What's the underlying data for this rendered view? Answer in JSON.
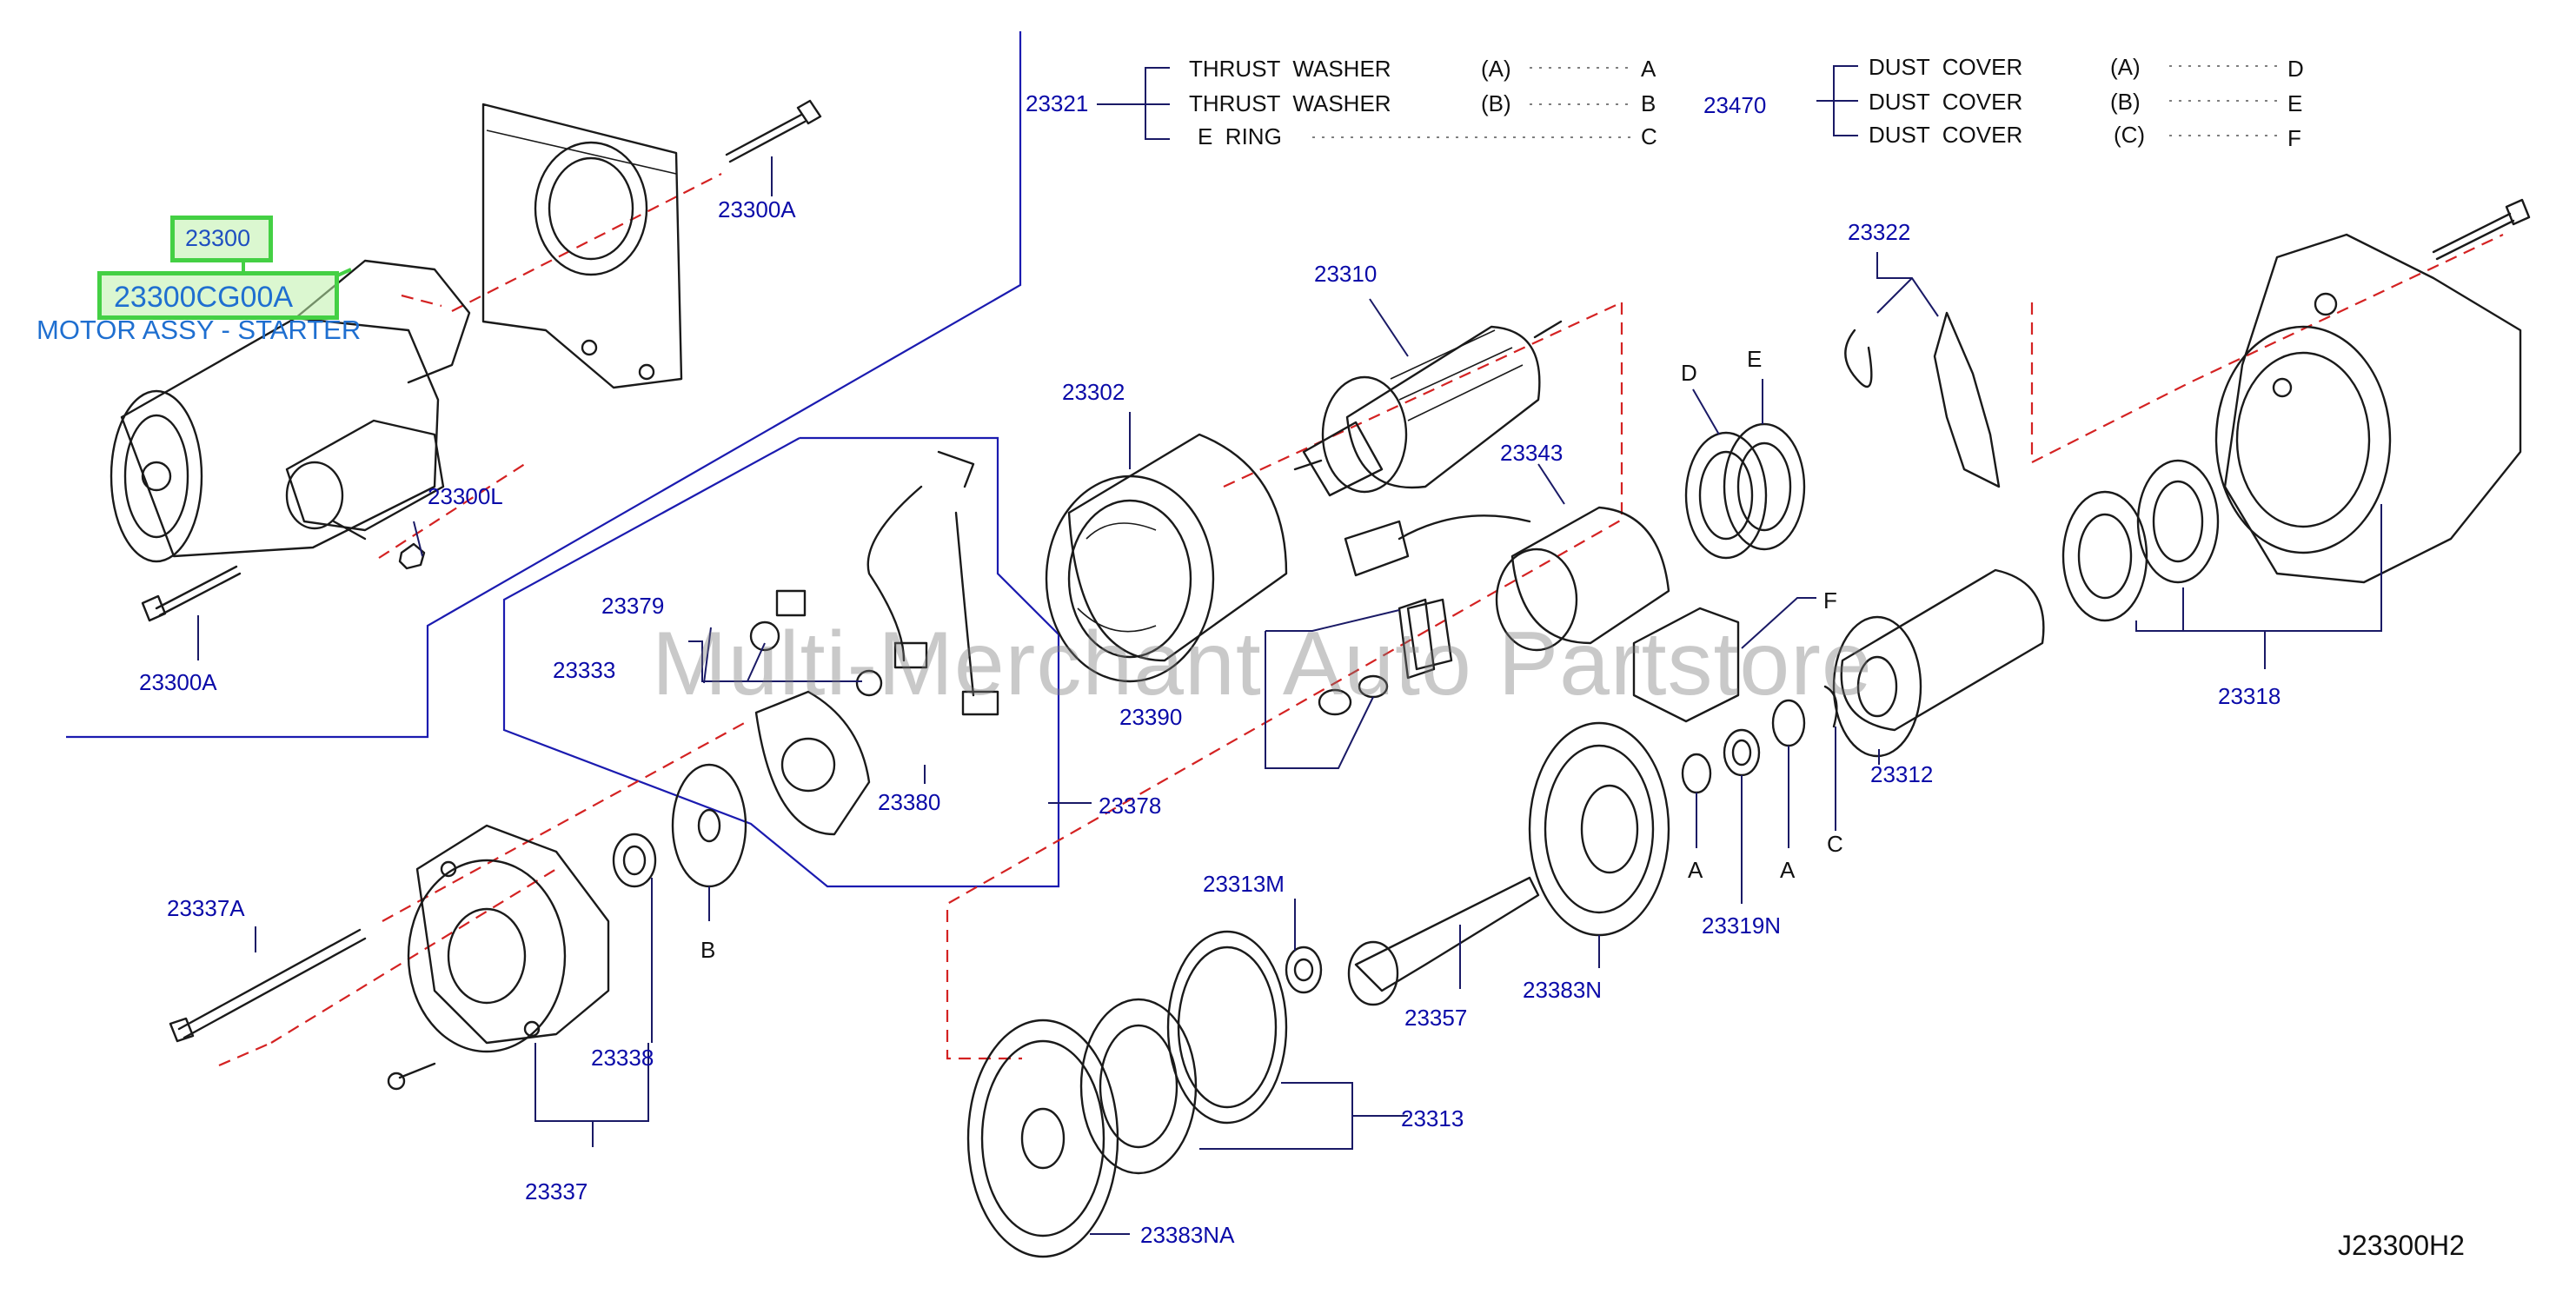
{
  "diagram": {
    "code": "J23300H2",
    "watermark": "Multi-Merchant Auto Partstore",
    "highlight": {
      "part_no": "23300",
      "part_code": "23300CG00A",
      "description": "MOTOR ASSY - STARTER"
    },
    "legend_23321": {
      "ref": "23321",
      "rows": [
        {
          "name": "THRUST  WASHER",
          "variant": "(A)",
          "key": "A"
        },
        {
          "name": "THRUST  WASHER",
          "variant": "(B)",
          "key": "B"
        },
        {
          "name": "E  RING",
          "variant": "",
          "key": "C"
        }
      ]
    },
    "legend_23470": {
      "ref": "23470",
      "rows": [
        {
          "name": "DUST  COVER",
          "variant": "(A)",
          "key": "D"
        },
        {
          "name": "DUST  COVER",
          "variant": "(B)",
          "key": "E"
        },
        {
          "name": "DUST  COVER",
          "variant": "(C)",
          "key": "F"
        }
      ]
    },
    "callouts": {
      "c23300A_top": "23300A",
      "c23300A_left": "23300A",
      "c23300L": "23300L",
      "c23310": "23310",
      "c23302": "23302",
      "c23343": "23343",
      "c23322": "23322",
      "c23379": "23379",
      "c23333": "23333",
      "c23390": "23390",
      "c23380": "23380",
      "c23378": "23378",
      "c23312": "23312",
      "c23318": "23318",
      "c23337A": "23337A",
      "c23338": "23338",
      "c23337": "23337",
      "c23313M": "23313M",
      "c23357": "23357",
      "c23383N": "23383N",
      "c23319N": "23319N",
      "c23313": "23313",
      "c23383NA": "23383NA"
    },
    "letter_marks": {
      "D": "D",
      "E": "E",
      "F": "F",
      "A1": "A",
      "A2": "A",
      "B": "B",
      "C": "C"
    }
  }
}
